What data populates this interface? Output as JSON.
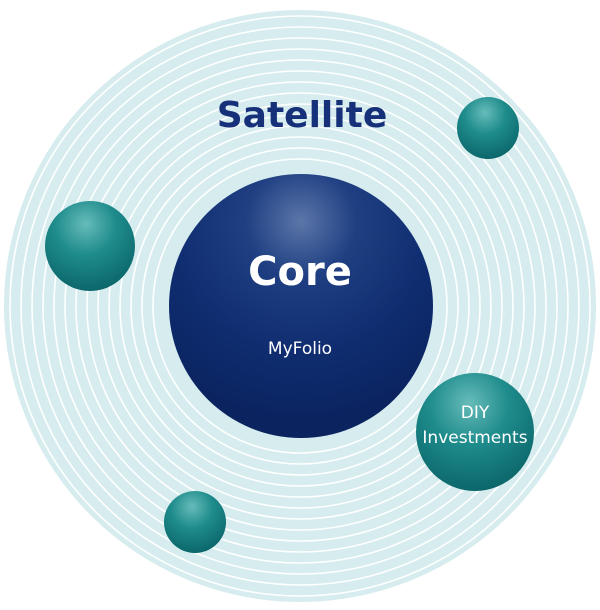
{
  "outer": {
    "label": "Satellite"
  },
  "core": {
    "title": "Core",
    "subtitle": "MyFolio"
  },
  "satellites": [
    {
      "id": "top-right",
      "label": ""
    },
    {
      "id": "left",
      "label": ""
    },
    {
      "id": "diy",
      "label_line1": "DIY",
      "label_line2": "Investments"
    },
    {
      "id": "bottom-left",
      "label": ""
    }
  ],
  "colors": {
    "ring_fill": "#d6ecee",
    "ring_line": "#ffffff",
    "core_dark": "#0d2a6b",
    "core_light": "#5b76a8",
    "satellite_dark": "#0a6e72",
    "satellite_light": "#5db6b4",
    "satellite_text": "#16317a",
    "core_text": "#ffffff"
  }
}
